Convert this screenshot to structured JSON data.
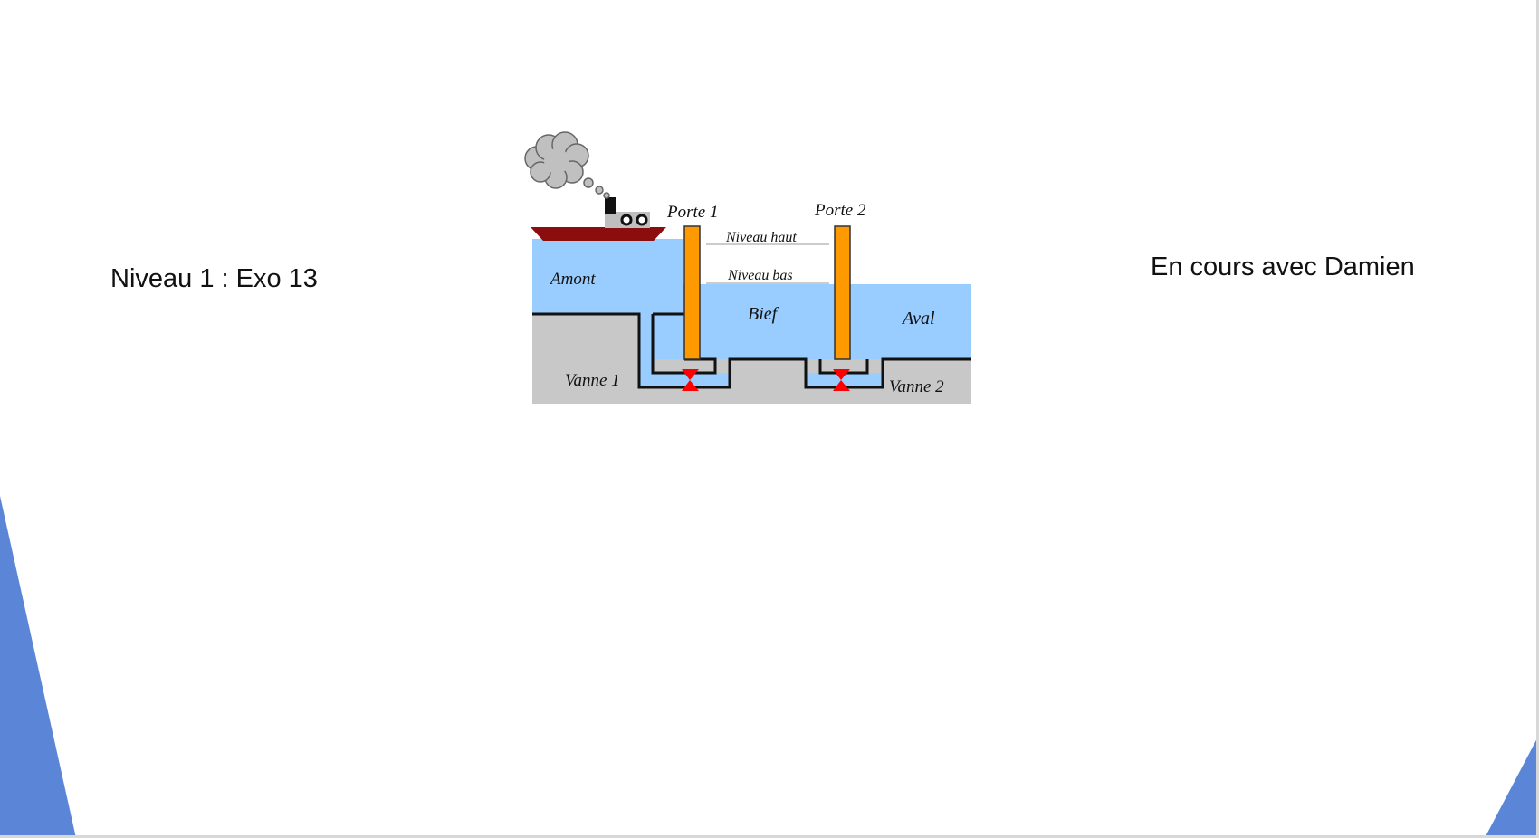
{
  "slide": {
    "title": "Niveau 1 : Exo 13",
    "status": "En cours avec Damien"
  },
  "diagram": {
    "labels": {
      "porte1": "Porte 1",
      "porte2": "Porte 2",
      "niveau_haut": "Niveau haut",
      "niveau_bas": "Niveau bas",
      "amont": "Amont",
      "bief": "Bief",
      "aval": "Aval",
      "vanne1": "Vanne 1",
      "vanne2": "Vanne 2"
    }
  },
  "colors": {
    "water": "#99ccff",
    "ground": "#c8c8c8",
    "gate": "#ff9900",
    "valve": "#ff0000",
    "hull": "#8b0d0d",
    "cabin": "#bfbfbf",
    "smoke": "#c0c0c0",
    "accent_triangle": "#5b86d8"
  }
}
